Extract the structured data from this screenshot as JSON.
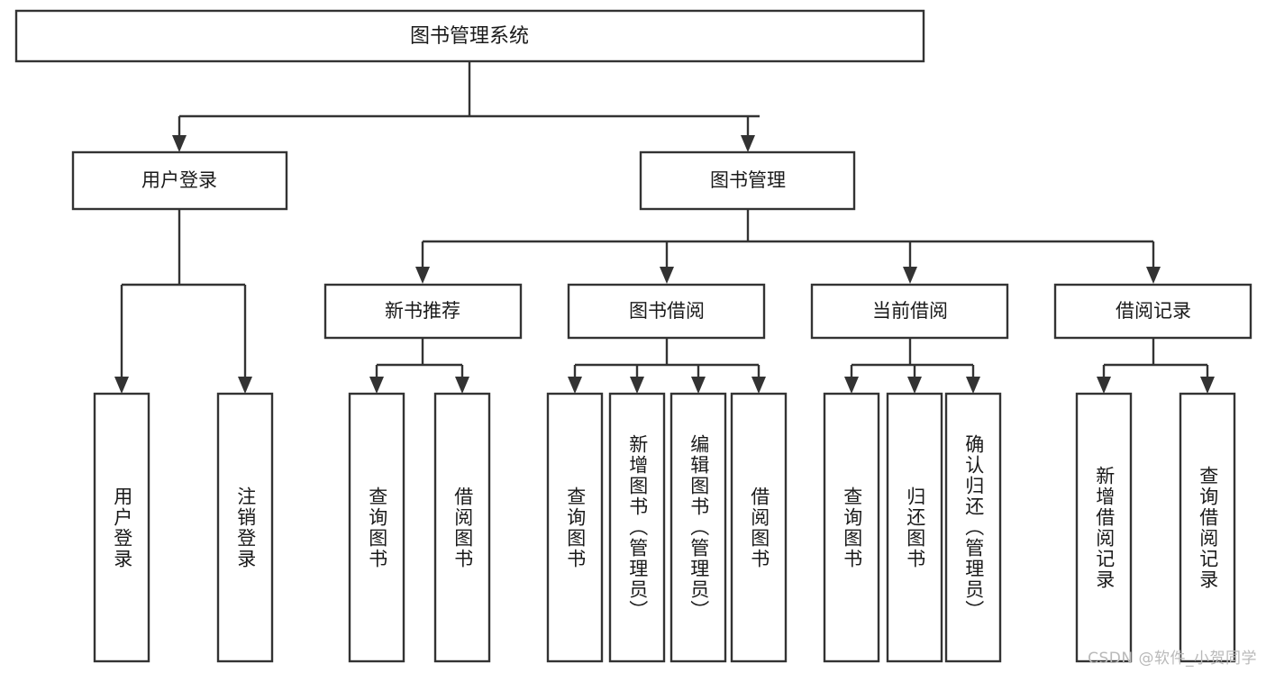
{
  "diagram": {
    "title": "图书管理系统",
    "type": "tree-hierarchy-chart",
    "root": {
      "id": "root",
      "label": "图书管理系统",
      "orientation": "horizontal"
    },
    "level2": [
      {
        "id": "user-login",
        "label": "用户登录",
        "orientation": "horizontal"
      },
      {
        "id": "book-manage",
        "label": "图书管理",
        "orientation": "horizontal"
      }
    ],
    "level3": [
      {
        "id": "new-book-rec",
        "label": "新书推荐",
        "orientation": "horizontal",
        "parent": "book-manage"
      },
      {
        "id": "book-borrow",
        "label": "图书借阅",
        "orientation": "horizontal",
        "parent": "book-manage"
      },
      {
        "id": "current-borrow",
        "label": "当前借阅",
        "orientation": "horizontal",
        "parent": "book-manage"
      },
      {
        "id": "borrow-record",
        "label": "借阅记录",
        "orientation": "horizontal",
        "parent": "book-manage"
      }
    ],
    "leaves": [
      {
        "id": "leaf-user-login",
        "label": "用户登录",
        "parent": "user-login",
        "orientation": "vertical"
      },
      {
        "id": "leaf-user-logout",
        "label": "注销登录",
        "parent": "user-login",
        "orientation": "vertical"
      },
      {
        "id": "leaf-query-book-1",
        "label": "查询图书",
        "parent": "new-book-rec",
        "orientation": "vertical"
      },
      {
        "id": "leaf-borrow-book-1",
        "label": "借阅图书",
        "parent": "new-book-rec",
        "orientation": "vertical"
      },
      {
        "id": "leaf-query-book-2",
        "label": "查询图书",
        "parent": "book-borrow",
        "orientation": "vertical"
      },
      {
        "id": "leaf-add-book",
        "label": "新增图书（管理员）",
        "parent": "book-borrow",
        "orientation": "vertical"
      },
      {
        "id": "leaf-edit-book",
        "label": "编辑图书（管理员）",
        "parent": "book-borrow",
        "orientation": "vertical"
      },
      {
        "id": "leaf-borrow-book-2",
        "label": "借阅图书",
        "parent": "book-borrow",
        "orientation": "vertical"
      },
      {
        "id": "leaf-query-book-3",
        "label": "查询图书",
        "parent": "current-borrow",
        "orientation": "vertical"
      },
      {
        "id": "leaf-return-book",
        "label": "归还图书",
        "parent": "current-borrow",
        "orientation": "vertical"
      },
      {
        "id": "leaf-confirm-return",
        "label": "确认归还（管理员）",
        "parent": "current-borrow",
        "orientation": "vertical"
      },
      {
        "id": "leaf-add-record",
        "label": "新增借阅记录",
        "parent": "borrow-record",
        "orientation": "vertical"
      },
      {
        "id": "leaf-query-record",
        "label": "查询借阅记录",
        "parent": "borrow-record",
        "orientation": "vertical"
      }
    ],
    "colors": {
      "stroke": "#333333",
      "fill": "#ffffff",
      "text": "#1a1a1a",
      "watermark": "#b9b9b9",
      "background": "#ffffff"
    }
  },
  "watermark": {
    "text": "CSDN @软件_小贺同学"
  }
}
